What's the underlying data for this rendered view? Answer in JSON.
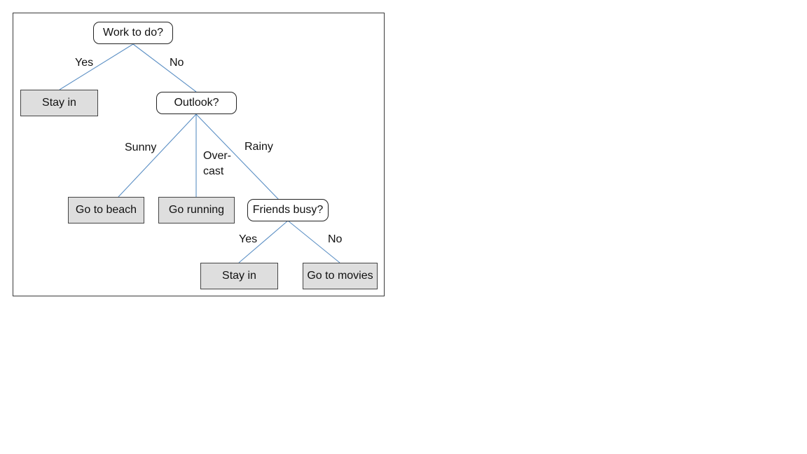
{
  "diagram": {
    "nodes": {
      "root": {
        "label": "Work to do?",
        "kind": "decision"
      },
      "stay_in_1": {
        "label": "Stay in",
        "kind": "leaf"
      },
      "outlook": {
        "label": "Outlook?",
        "kind": "decision"
      },
      "beach": {
        "label": "Go to beach",
        "kind": "leaf"
      },
      "running": {
        "label": "Go running",
        "kind": "leaf"
      },
      "friends": {
        "label": "Friends busy?",
        "kind": "decision"
      },
      "stay_in_2": {
        "label": "Stay in",
        "kind": "leaf"
      },
      "movies": {
        "label": "Go to movies",
        "kind": "leaf"
      }
    },
    "edges": {
      "root_yes": {
        "label": "Yes",
        "from": "root",
        "to": "stay_in_1"
      },
      "root_no": {
        "label": "No",
        "from": "root",
        "to": "outlook"
      },
      "outlook_sunny": {
        "label": "Sunny",
        "from": "outlook",
        "to": "beach"
      },
      "outlook_overcast": {
        "label_line1": "Over-",
        "label_line2": "cast",
        "from": "outlook",
        "to": "running"
      },
      "outlook_rainy": {
        "label": "Rainy",
        "from": "outlook",
        "to": "friends"
      },
      "friends_yes": {
        "label": "Yes",
        "from": "friends",
        "to": "stay_in_2"
      },
      "friends_no": {
        "label": "No",
        "from": "friends",
        "to": "movies"
      }
    },
    "colors": {
      "edge": "#5b8fc4",
      "leaf_fill": "#dedede",
      "decision_fill": "#ffffff"
    }
  }
}
